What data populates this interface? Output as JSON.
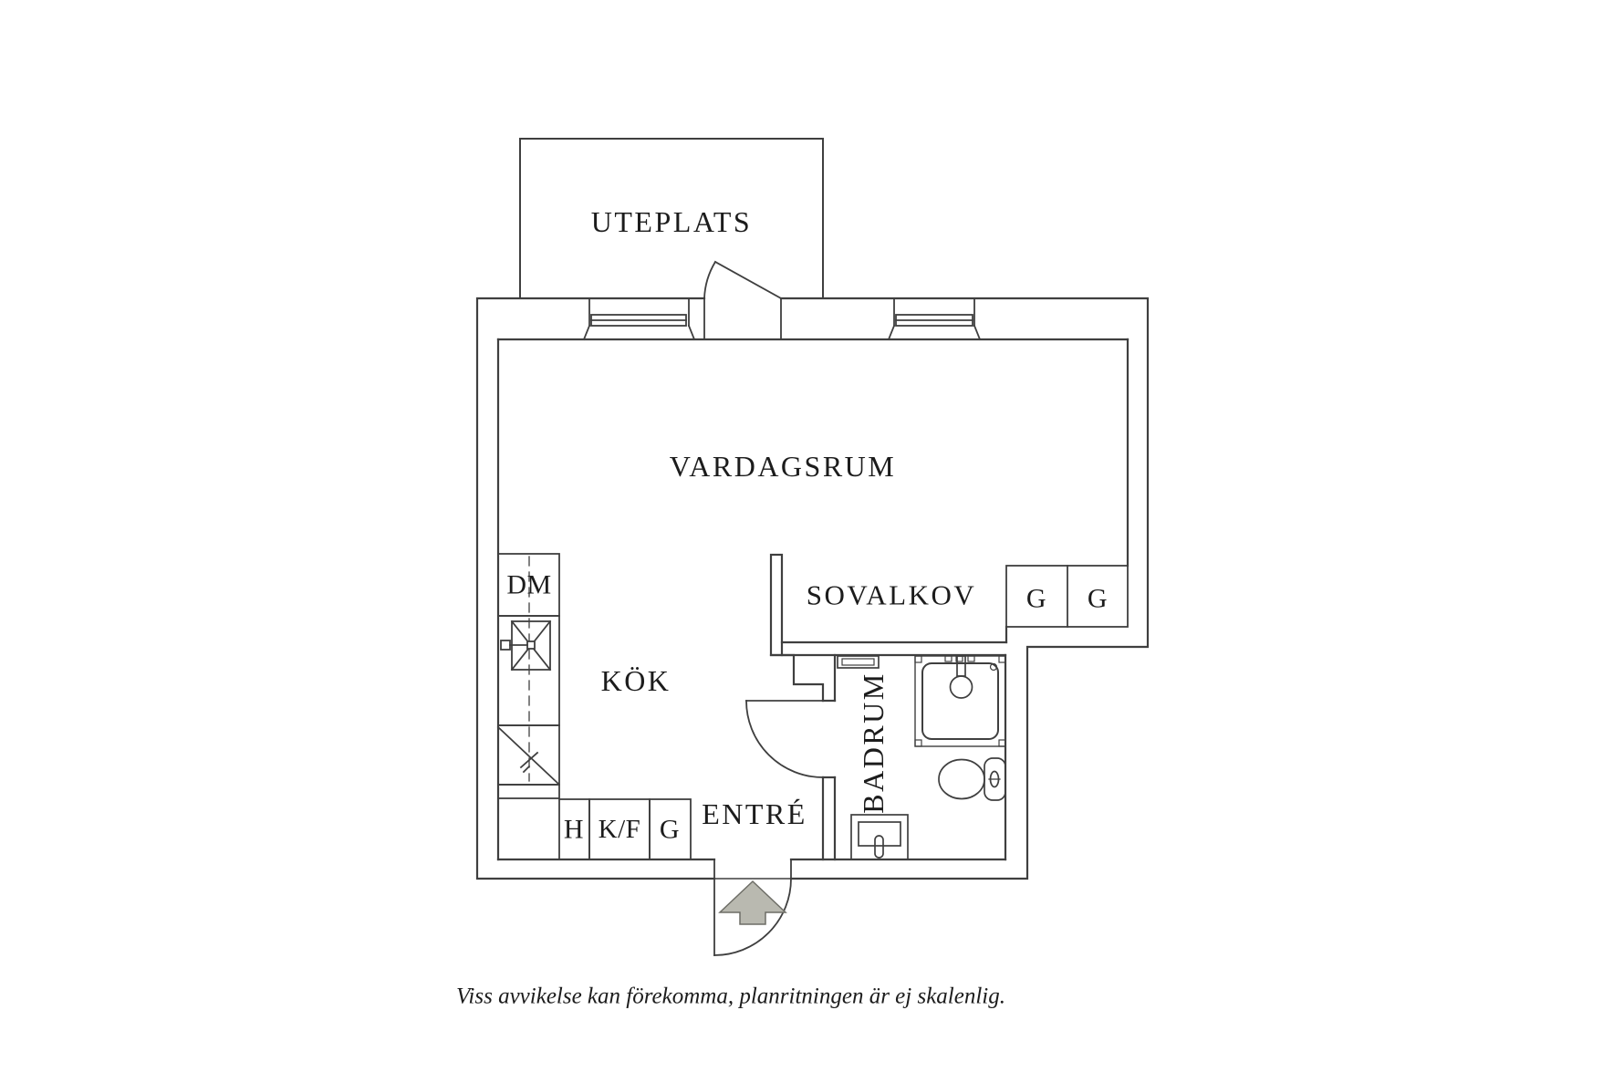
{
  "floorplan": {
    "rooms": {
      "uteplats": "UTEPLATS",
      "vardagsrum": "VARDAGSRUM",
      "sovalkov": "SOVALKOV",
      "kok": "KÖK",
      "entre": "ENTRÉ",
      "badrum": "BADRUM"
    },
    "fixtures": {
      "dm": "DM",
      "h": "H",
      "kf": "K/F",
      "g_entre": "G",
      "g_closet_1": "G",
      "g_closet_2": "G"
    },
    "caption": "Viss avvikelse kan förekomma, planritningen är ej skalenlig.",
    "colors": {
      "line": "#3f3f3f",
      "thin_line": "#5a5a5a",
      "text": "#1c1c1c",
      "arrow_fill": "#b9b9b0",
      "arrow_stroke": "#6e6e67",
      "background": "#ffffff"
    }
  }
}
